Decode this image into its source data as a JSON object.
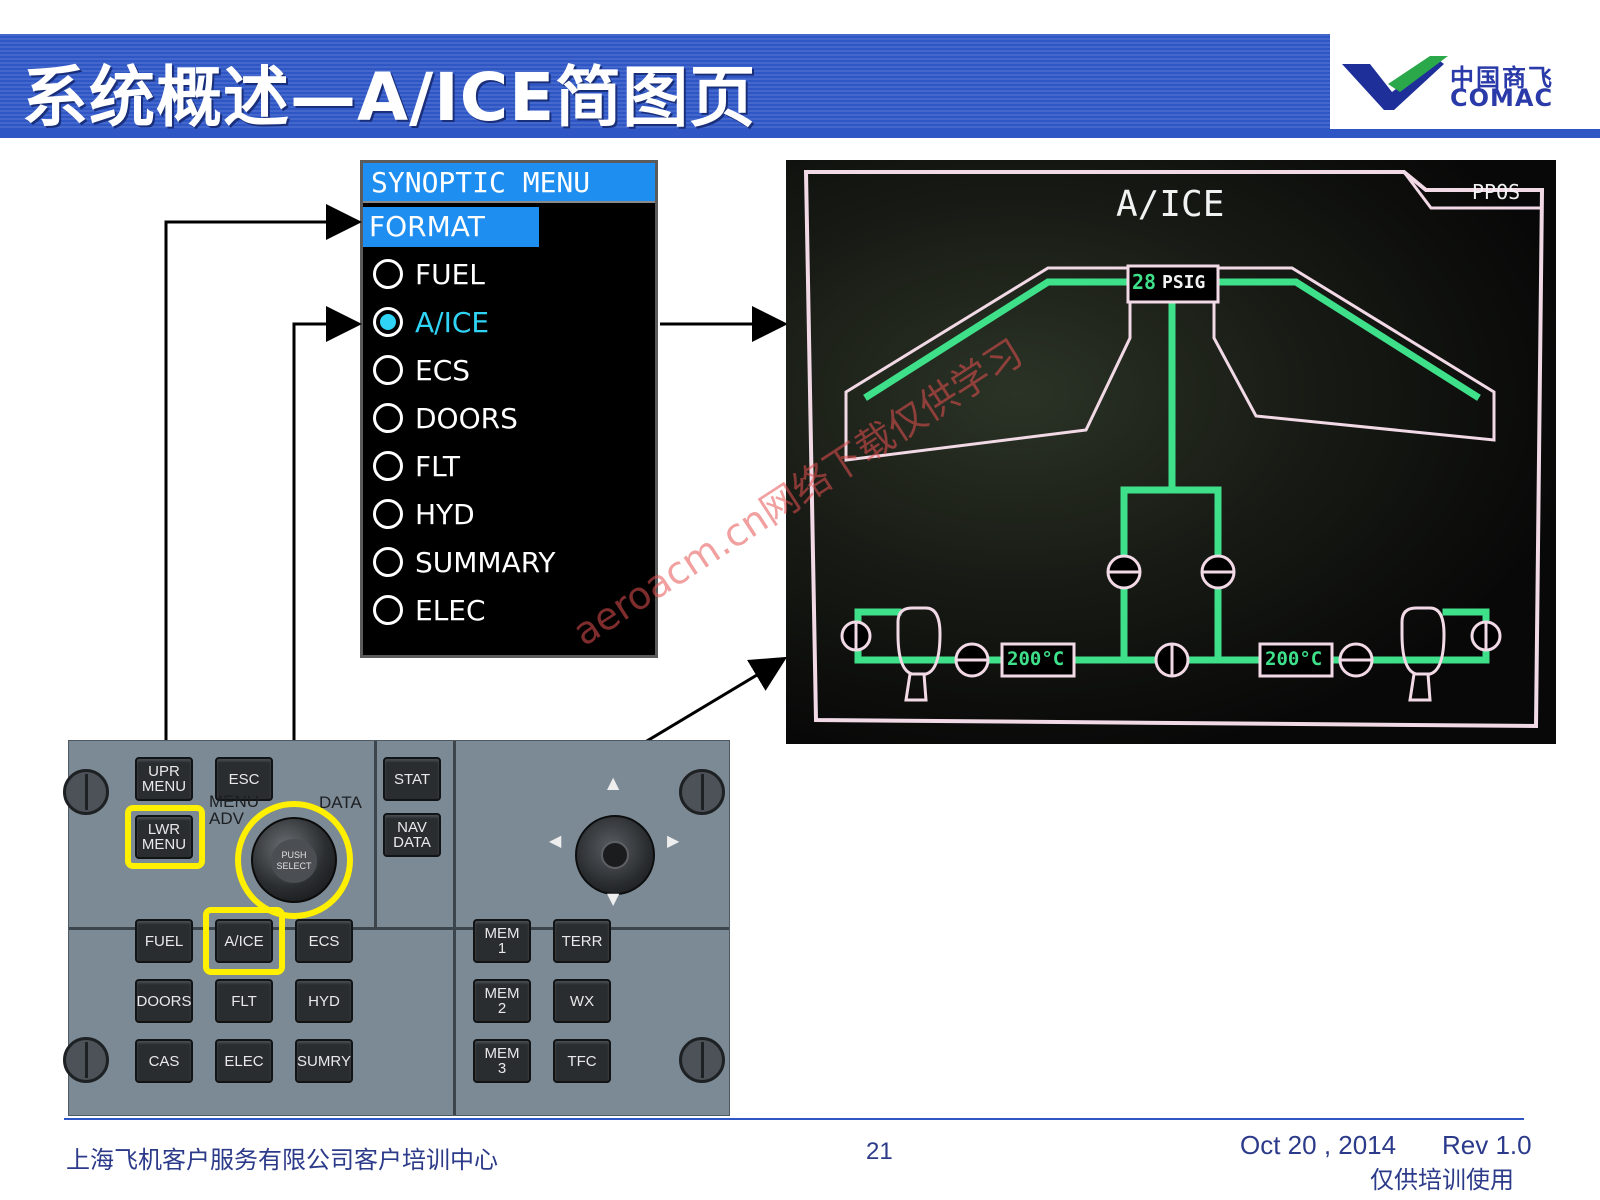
{
  "header": {
    "title": "系统概述—A/ICE简图页",
    "logo_cn": "中国商飞",
    "logo_en": "COMAC"
  },
  "menu": {
    "title": "SYNOPTIC  MENU",
    "format_label": "FORMAT",
    "options": [
      {
        "label": "FUEL",
        "selected": false
      },
      {
        "label": "A/ICE",
        "selected": true
      },
      {
        "label": "ECS",
        "selected": false
      },
      {
        "label": "DOORS",
        "selected": false
      },
      {
        "label": "FLT",
        "selected": false
      },
      {
        "label": "HYD",
        "selected": false
      },
      {
        "label": "SUMMARY",
        "selected": false
      },
      {
        "label": "ELEC",
        "selected": false
      }
    ],
    "selected_color": "#2fd3f5"
  },
  "display": {
    "page_title": "A/ICE",
    "ppos_label": "PPOS",
    "pressure_value": "28",
    "pressure_unit": "PSIG",
    "left_temp": "200°C",
    "right_temp": "200°C",
    "line_color": "#3fe08a",
    "frame_color": "#f2d9e6"
  },
  "panel": {
    "top_left_keys": [
      "UPR\nMENU",
      "ESC",
      "LWR\nMENU"
    ],
    "knob_labels": {
      "menu_adv": "MENU\nADV",
      "data": "DATA",
      "knob_text": "PUSH\nSELECT"
    },
    "right_keys": [
      "STAT",
      "NAV\nDATA"
    ],
    "synoptic_keys": [
      "FUEL",
      "A/ICE",
      "ECS",
      "DOORS",
      "FLT",
      "HYD",
      "CAS",
      "ELEC",
      "SUMRY"
    ],
    "memory_keys": [
      "MEM\n1",
      "TERR",
      "MEM\n2",
      "WX",
      "MEM\n3",
      "TFC"
    ],
    "highlight_color": "#ffef00"
  },
  "footer": {
    "company": "上海飞机客户服务有限公司客户培训中心",
    "page_number": "21",
    "date": "Oct 20 , 2014",
    "revision": "Rev 1.0",
    "note": "仅供培训使用"
  },
  "watermark": "aeroacm.cn网络下载仅供学习"
}
